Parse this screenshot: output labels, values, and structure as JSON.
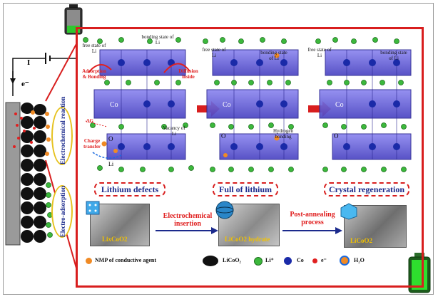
{
  "left": {
    "current_label": "I",
    "electron_label": "e⁻",
    "oval1": "Electrochemical reaction",
    "oval2": "Electro-adsorption"
  },
  "stages": [
    {
      "title": "Lithium defects"
    },
    {
      "title": "Full of lithium"
    },
    {
      "title": "Crystal regeneration"
    }
  ],
  "annotations": {
    "bonding_state_1": "bonding state of Li",
    "free_state_1": "free state of Li",
    "adsorption": "Adsorption & Bonding",
    "diffusion": "Diffusion inside",
    "co_1": "Co",
    "delta_g": "ΔG",
    "charge_transfer": "Charge transfer",
    "vacancy": "Vacancy of Li",
    "o_1": "O",
    "li_1": "Li",
    "free_state_2": "free state of Li",
    "bonding_state_2": "bonding state of Li",
    "co_2": "Co",
    "o_2": "O",
    "hydrogen_bonding": "Hydrogen bonding",
    "free_state_3": "free state of Li",
    "bonding_state_3": "bonding state of Li",
    "co_3": "Co",
    "o_3": "O"
  },
  "process": {
    "step1": "Electrochemical insertion",
    "step2": "Post-annealing process"
  },
  "photos": [
    {
      "label": "LixCoO2"
    },
    {
      "label": "LiCoO2 hydrate"
    },
    {
      "label": "LiCoO2"
    }
  ],
  "legend": {
    "nmp": "NMP of conductive agent",
    "licoo2": "LiCoO₂",
    "li": "Li⁺",
    "co": "Co",
    "electron": "e⁻",
    "water": "H₂O"
  },
  "colors": {
    "frame_red": "#d81e1e",
    "oval_yellow": "#e6c21f",
    "text_navy": "#1b2a8c",
    "li_green": "#3cb83c",
    "co_blue": "#1a2aa8",
    "polyhedra": "#5b56d8",
    "nmp_orange": "#f08a24",
    "electron_red": "#e02020"
  },
  "icons": [
    "battery-low-icon",
    "battery-full-icon",
    "arrow-right-icon"
  ]
}
